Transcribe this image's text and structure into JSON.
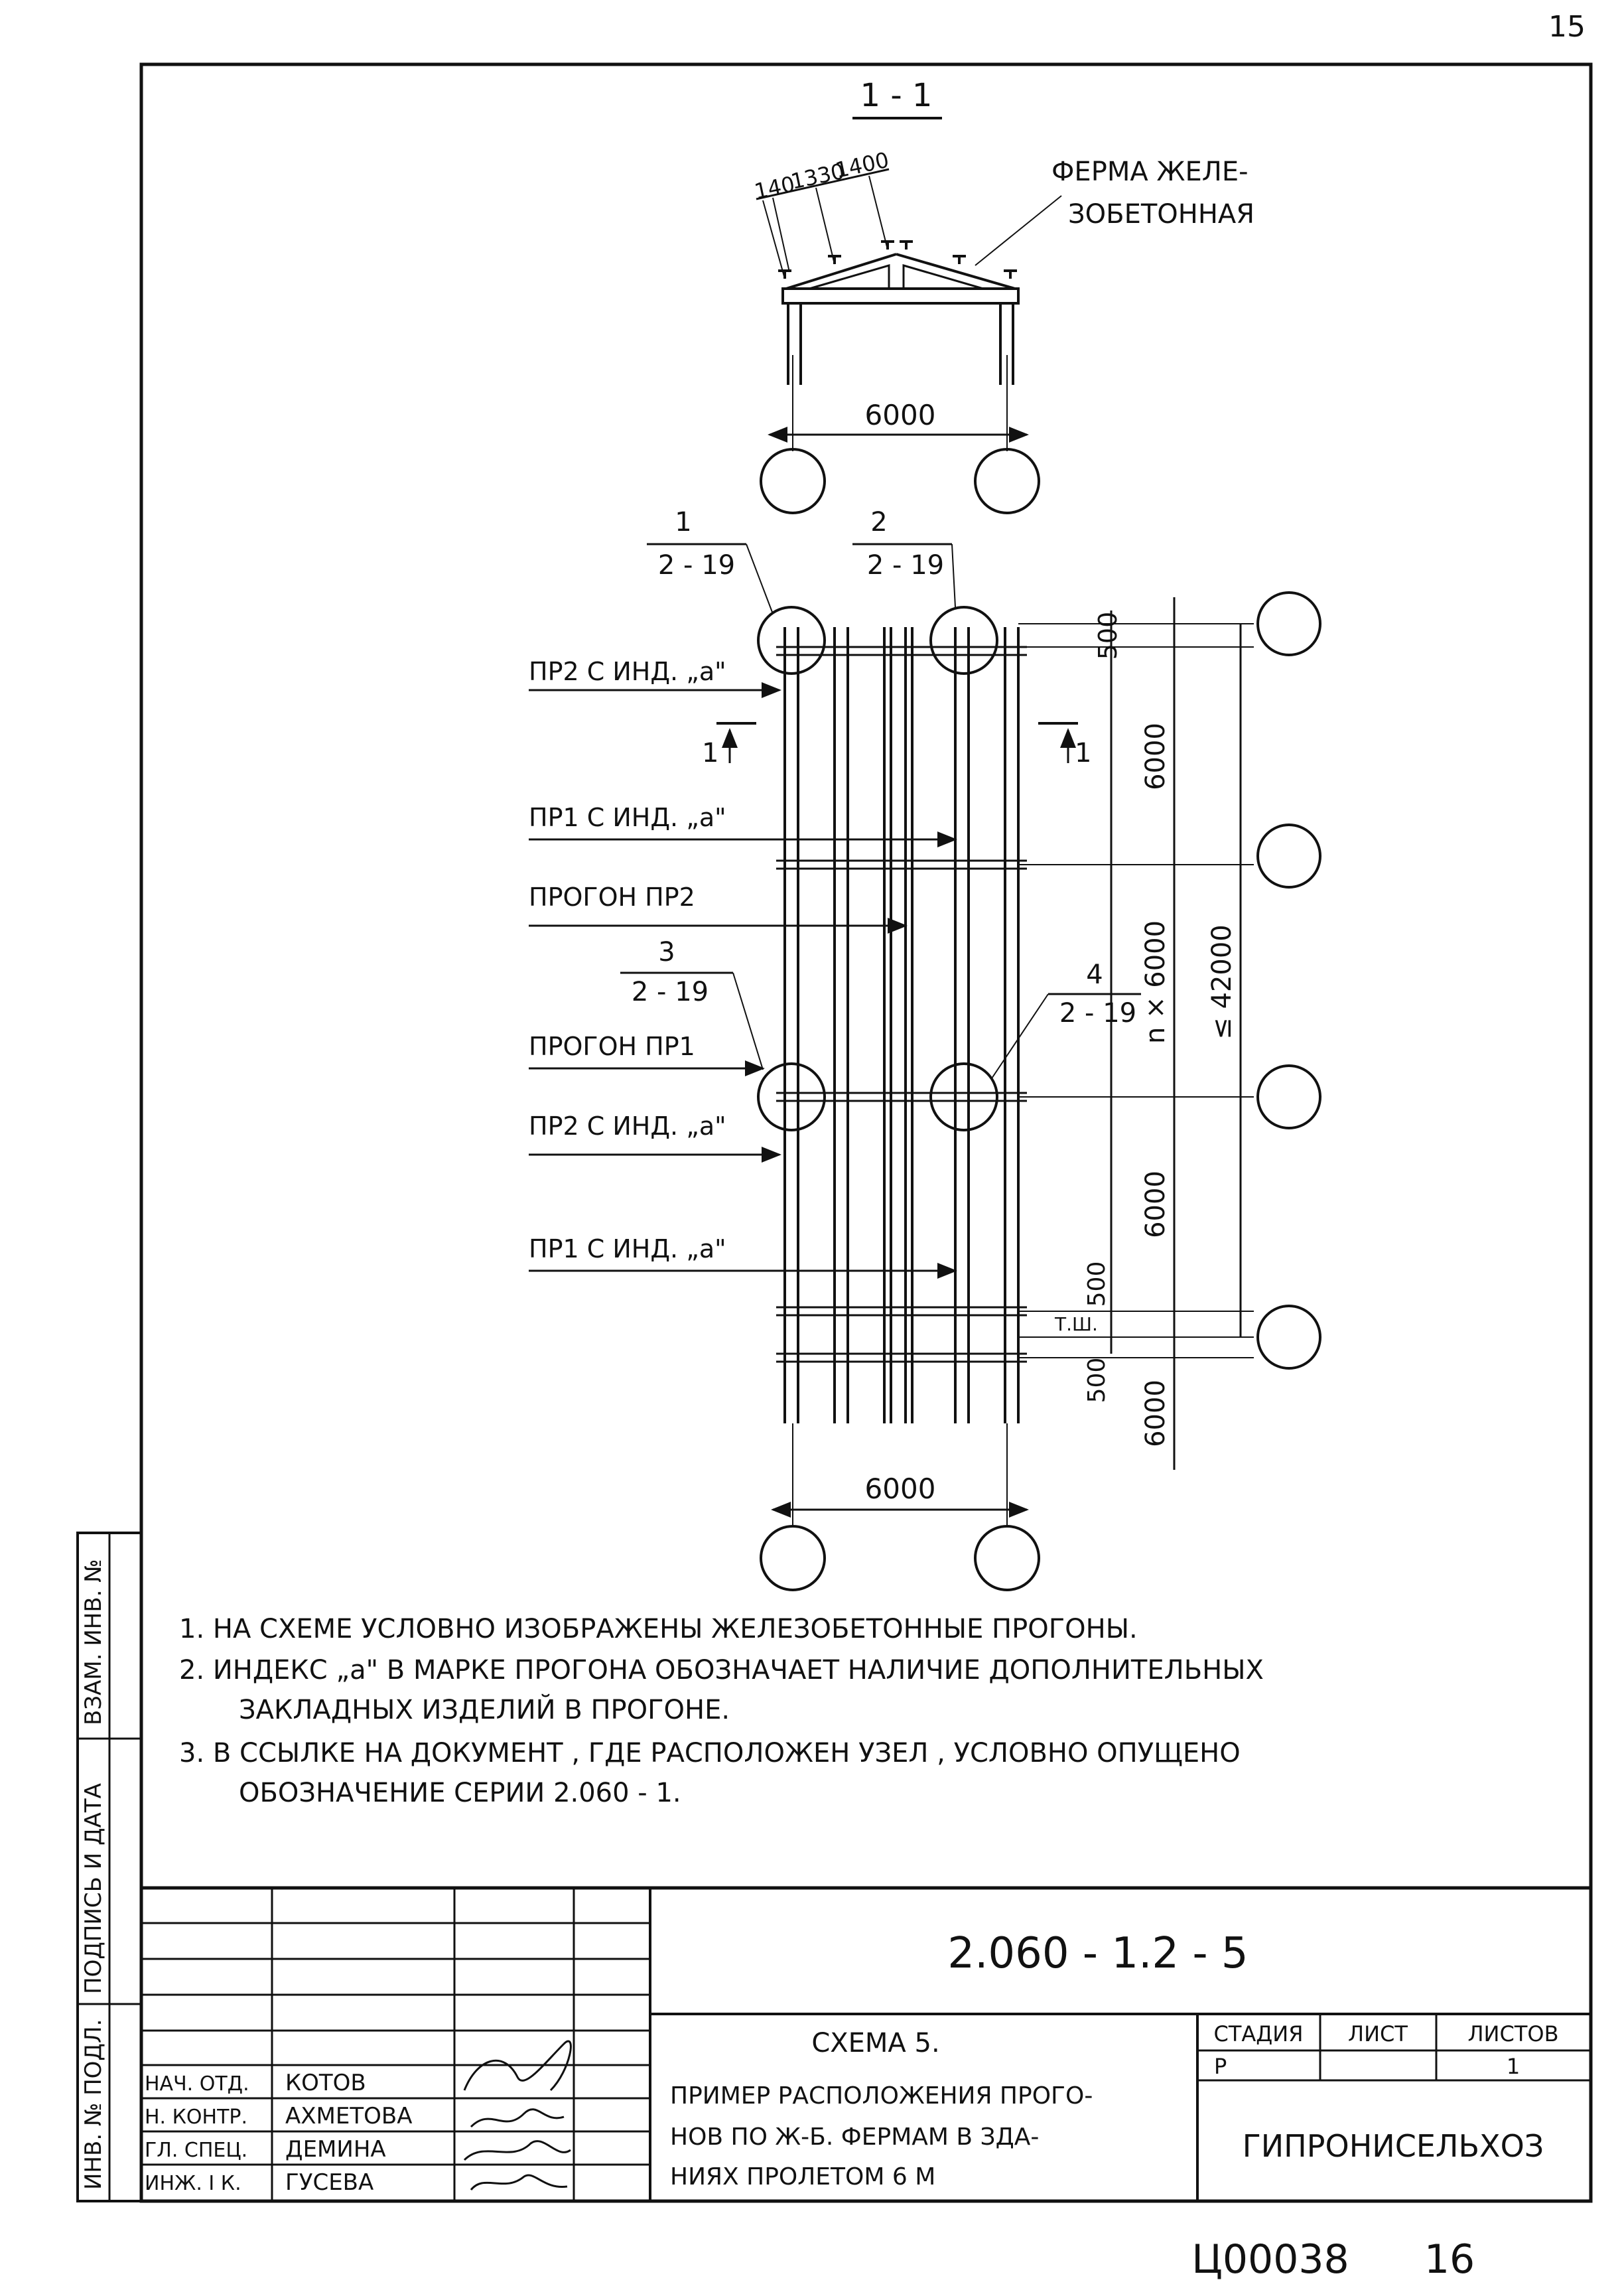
{
  "page_number_top": "15",
  "section": {
    "title": "1 - 1"
  },
  "truss": {
    "label_line1": "ФЕРМА ЖЕЛЕ-",
    "label_line2": "ЗОБЕТОННАЯ",
    "dims": [
      "140",
      "1330",
      "1400"
    ],
    "span": "6000"
  },
  "plan": {
    "callouts": [
      {
        "num": "1",
        "ref": "2 - 19"
      },
      {
        "num": "2",
        "ref": "2 - 19"
      },
      {
        "num": "3",
        "ref": "2 - 19"
      },
      {
        "num": "4",
        "ref": "2 - 19"
      }
    ],
    "purlin_labels": [
      "ПР2 С ИНД. „а\"",
      "ПР1 С ИНД. „а\"",
      "ПРОГОН ПР2",
      "ПРОГОН ПР1",
      "ПР2 С ИНД. „а\"",
      "ПР1 С ИНД. „а\""
    ],
    "section_mark": "1",
    "dims_right": [
      "500",
      "6000",
      "n × 6000",
      "≤ 42000",
      "6000",
      "500",
      "Т.Ш.",
      "500",
      "6000"
    ],
    "span_bottom": "6000"
  },
  "notes": [
    "1.  НА СХЕМЕ УСЛОВНО ИЗОБРАЖЕНЫ ЖЕЛЕЗОБЕТОННЫЕ ПРОГОНЫ.",
    "2.  ИНДЕКС „а\" В МАРКЕ ПРОГОНА ОБОЗНАЧАЕТ НАЛИЧИЕ ДОПОЛНИТЕЛЬНЫХ",
    "ЗАКЛАДНЫХ ИЗДЕЛИЙ В ПРОГОНЕ.",
    "3.  В ССЫЛКЕ НА ДОКУМЕНТ , ГДЕ РАСПОЛОЖЕН УЗЕЛ , УСЛОВНО ОПУЩЕНО",
    "ОБОЗНАЧЕНИЕ СЕРИИ  2.060 - 1."
  ],
  "side_stamp": [
    "ИНВ. № ПОДЛ.",
    "ПОДПИСЬ И ДАТА",
    "ВЗАМ. ИНВ. №"
  ],
  "title_block": {
    "doc_code": "2.060 - 1.2 - 5",
    "people": [
      {
        "role": "НАЧ. ОТД.",
        "name": "КОТОВ"
      },
      {
        "role": "Н. КОНТР.",
        "name": "АХМЕТОВА"
      },
      {
        "role": "ГЛ. СПЕЦ.",
        "name": "ДЕМИНА"
      },
      {
        "role": "ИНЖ. I К.",
        "name": "ГУСЕВА"
      }
    ],
    "scheme_title": "СХЕМА 5.",
    "description": [
      "ПРИМЕР РАСПОЛОЖЕНИЯ ПРОГО-",
      "НОВ ПО Ж-Б. ФЕРМАМ В ЗДА-",
      "НИЯХ ПРОЛЕТОМ 6 М"
    ],
    "headers": {
      "stage": "СТАДИЯ",
      "sheet": "ЛИСТ",
      "sheets": "ЛИСТОВ"
    },
    "values": {
      "stage": "Р",
      "sheet": "",
      "sheets": "1"
    },
    "organization": "ГИПРОНИСЕЛЬХОЗ"
  },
  "archive_number": "Ц00038",
  "page_number_bottom": "16"
}
